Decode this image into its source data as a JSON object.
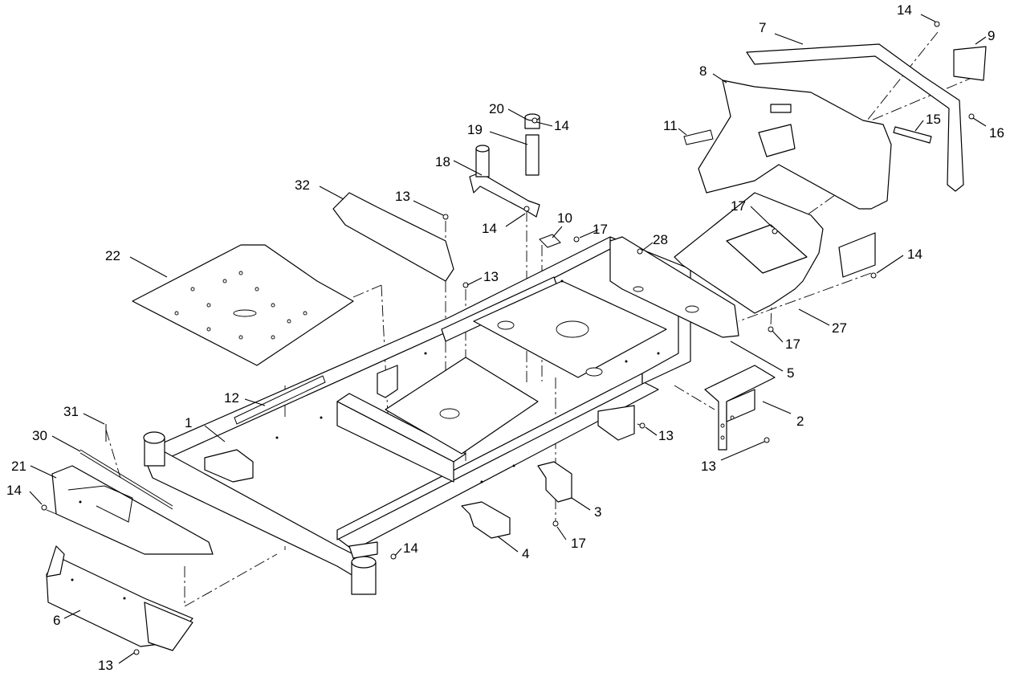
{
  "callouts": [
    {
      "id": "c1",
      "label": "1"
    },
    {
      "id": "c2",
      "label": "2"
    },
    {
      "id": "c3",
      "label": "3"
    },
    {
      "id": "c4",
      "label": "4"
    },
    {
      "id": "c5",
      "label": "5"
    },
    {
      "id": "c6",
      "label": "6"
    },
    {
      "id": "c7",
      "label": "7"
    },
    {
      "id": "c8",
      "label": "8"
    },
    {
      "id": "c9",
      "label": "9"
    },
    {
      "id": "c10",
      "label": "10"
    },
    {
      "id": "c11",
      "label": "11"
    },
    {
      "id": "c12",
      "label": "12"
    },
    {
      "id": "c13a",
      "label": "13"
    },
    {
      "id": "c13b",
      "label": "13"
    },
    {
      "id": "c13c",
      "label": "13"
    },
    {
      "id": "c13d",
      "label": "13"
    },
    {
      "id": "c13e",
      "label": "13"
    },
    {
      "id": "c14a",
      "label": "14"
    },
    {
      "id": "c14b",
      "label": "14"
    },
    {
      "id": "c14c",
      "label": "14"
    },
    {
      "id": "c14d",
      "label": "14"
    },
    {
      "id": "c14e",
      "label": "14"
    },
    {
      "id": "c14f",
      "label": "14"
    },
    {
      "id": "c15",
      "label": "15"
    },
    {
      "id": "c16",
      "label": "16"
    },
    {
      "id": "c17a",
      "label": "17"
    },
    {
      "id": "c17b",
      "label": "17"
    },
    {
      "id": "c17c",
      "label": "17"
    },
    {
      "id": "c17d",
      "label": "17"
    },
    {
      "id": "c18",
      "label": "18"
    },
    {
      "id": "c19",
      "label": "19"
    },
    {
      "id": "c20",
      "label": "20"
    },
    {
      "id": "c21",
      "label": "21"
    },
    {
      "id": "c22",
      "label": "22"
    },
    {
      "id": "c27",
      "label": "27"
    },
    {
      "id": "c28",
      "label": "28"
    },
    {
      "id": "c30",
      "label": "30"
    },
    {
      "id": "c31",
      "label": "31"
    },
    {
      "id": "c32",
      "label": "32"
    }
  ]
}
